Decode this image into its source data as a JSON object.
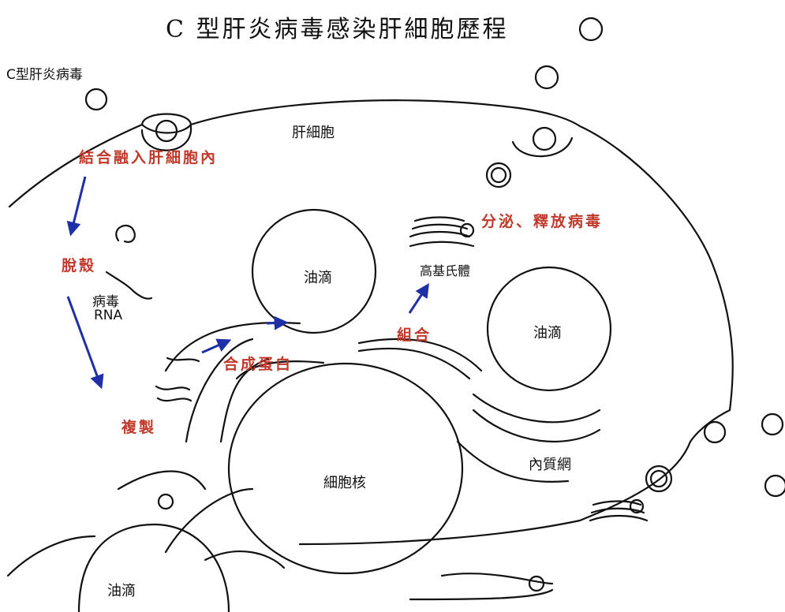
{
  "title": "C 型肝炎病毒感染肝細胞歷程",
  "labels": {
    "virus": "C型肝炎病毒",
    "liver_cell": "肝細胞",
    "lipid_droplet": "油滴",
    "golgi": "高基氏體",
    "viral_rna_line1": "病毒",
    "viral_rna_line2": "RNA",
    "nucleus": "細胞核",
    "er": "內質網"
  },
  "steps": {
    "bind": "結合融入肝細胞內",
    "uncoat": "脫殼",
    "replicate": "複製",
    "synthesize": "合成蛋白",
    "assemble": "組合",
    "release": "分泌、釋放病毒"
  },
  "colors": {
    "step_text": "#c0392b",
    "arrow": "#1f2fa8",
    "outline": "#111111"
  }
}
